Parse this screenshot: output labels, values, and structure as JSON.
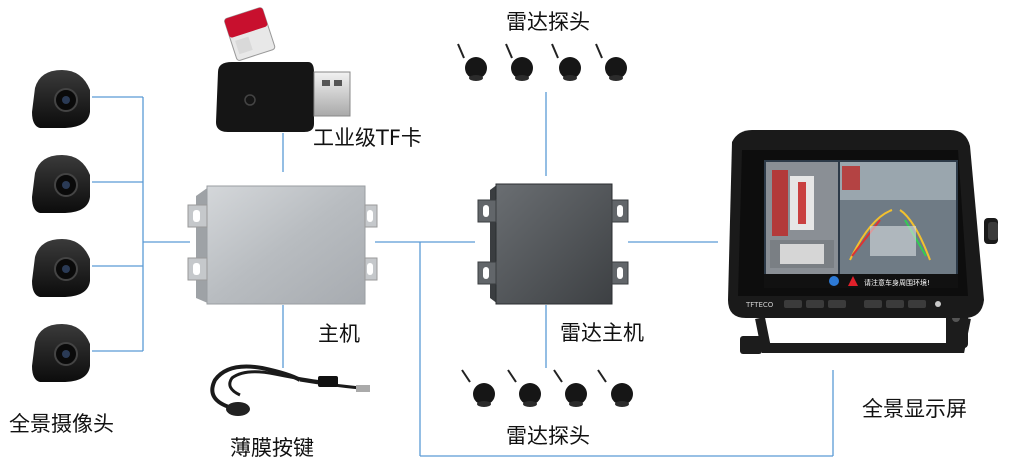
{
  "labels": {
    "cameras": "全景摄像头",
    "membrane_button": "薄膜按键",
    "main_unit": "主机",
    "tf_card": "工业级TF卡",
    "radar_probes_top": "雷达探头",
    "radar_host": "雷达主机",
    "radar_probes_bottom": "雷达探头",
    "panoramic_display": "全景显示屏"
  },
  "monitor": {
    "brand": "TFTECO",
    "screen_notice": "请注意车身周围环境!"
  },
  "colors": {
    "connector_line": "#5b9bd5",
    "device_dark": "#1b1b1b",
    "main_unit_silver": "#bfc3c7",
    "radar_host_gray": "#55595d"
  }
}
